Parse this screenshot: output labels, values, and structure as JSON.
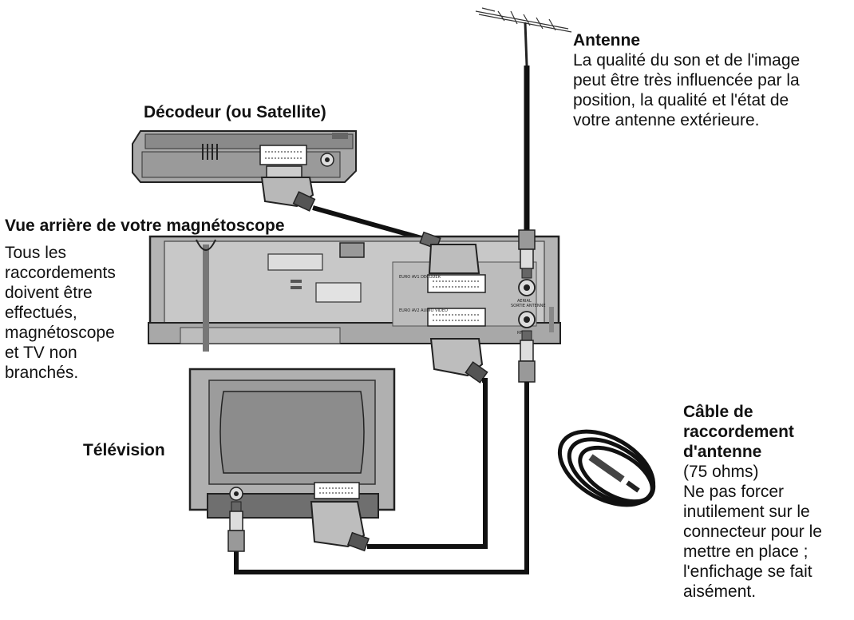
{
  "antenna": {
    "title": "Antenne",
    "desc": "La qualité du son et de l'image\npeut être très influencée par la\nposition, la qualité et l'état de\nvotre antenne extérieure."
  },
  "decoder": {
    "title": "Décodeur (ou Satellite)"
  },
  "vcr": {
    "title": "Vue arrière de votre magnétoscope",
    "note": "Tous les\nraccordements\ndoivent être\neffectués,\nmagnétoscope\net TV non\nbranchés.",
    "labels": {
      "euro_av1": "EURO AV1 DECODER",
      "euro_av2": "EURO AV2 AUDIO VIDEO",
      "aerial": "AERIAL",
      "rf_out": "RF OUT",
      "sortie": "SORTIE ANTENNE"
    }
  },
  "tv": {
    "title": "Télévision"
  },
  "cable": {
    "title": "Câble de\nraccordement\nd'antenne",
    "desc": "(75 ohms)\nNe pas forcer\ninutilement sur le\nconnecteur pour le\nmettre en place ;\nl'enfichage se fait\naisément."
  }
}
